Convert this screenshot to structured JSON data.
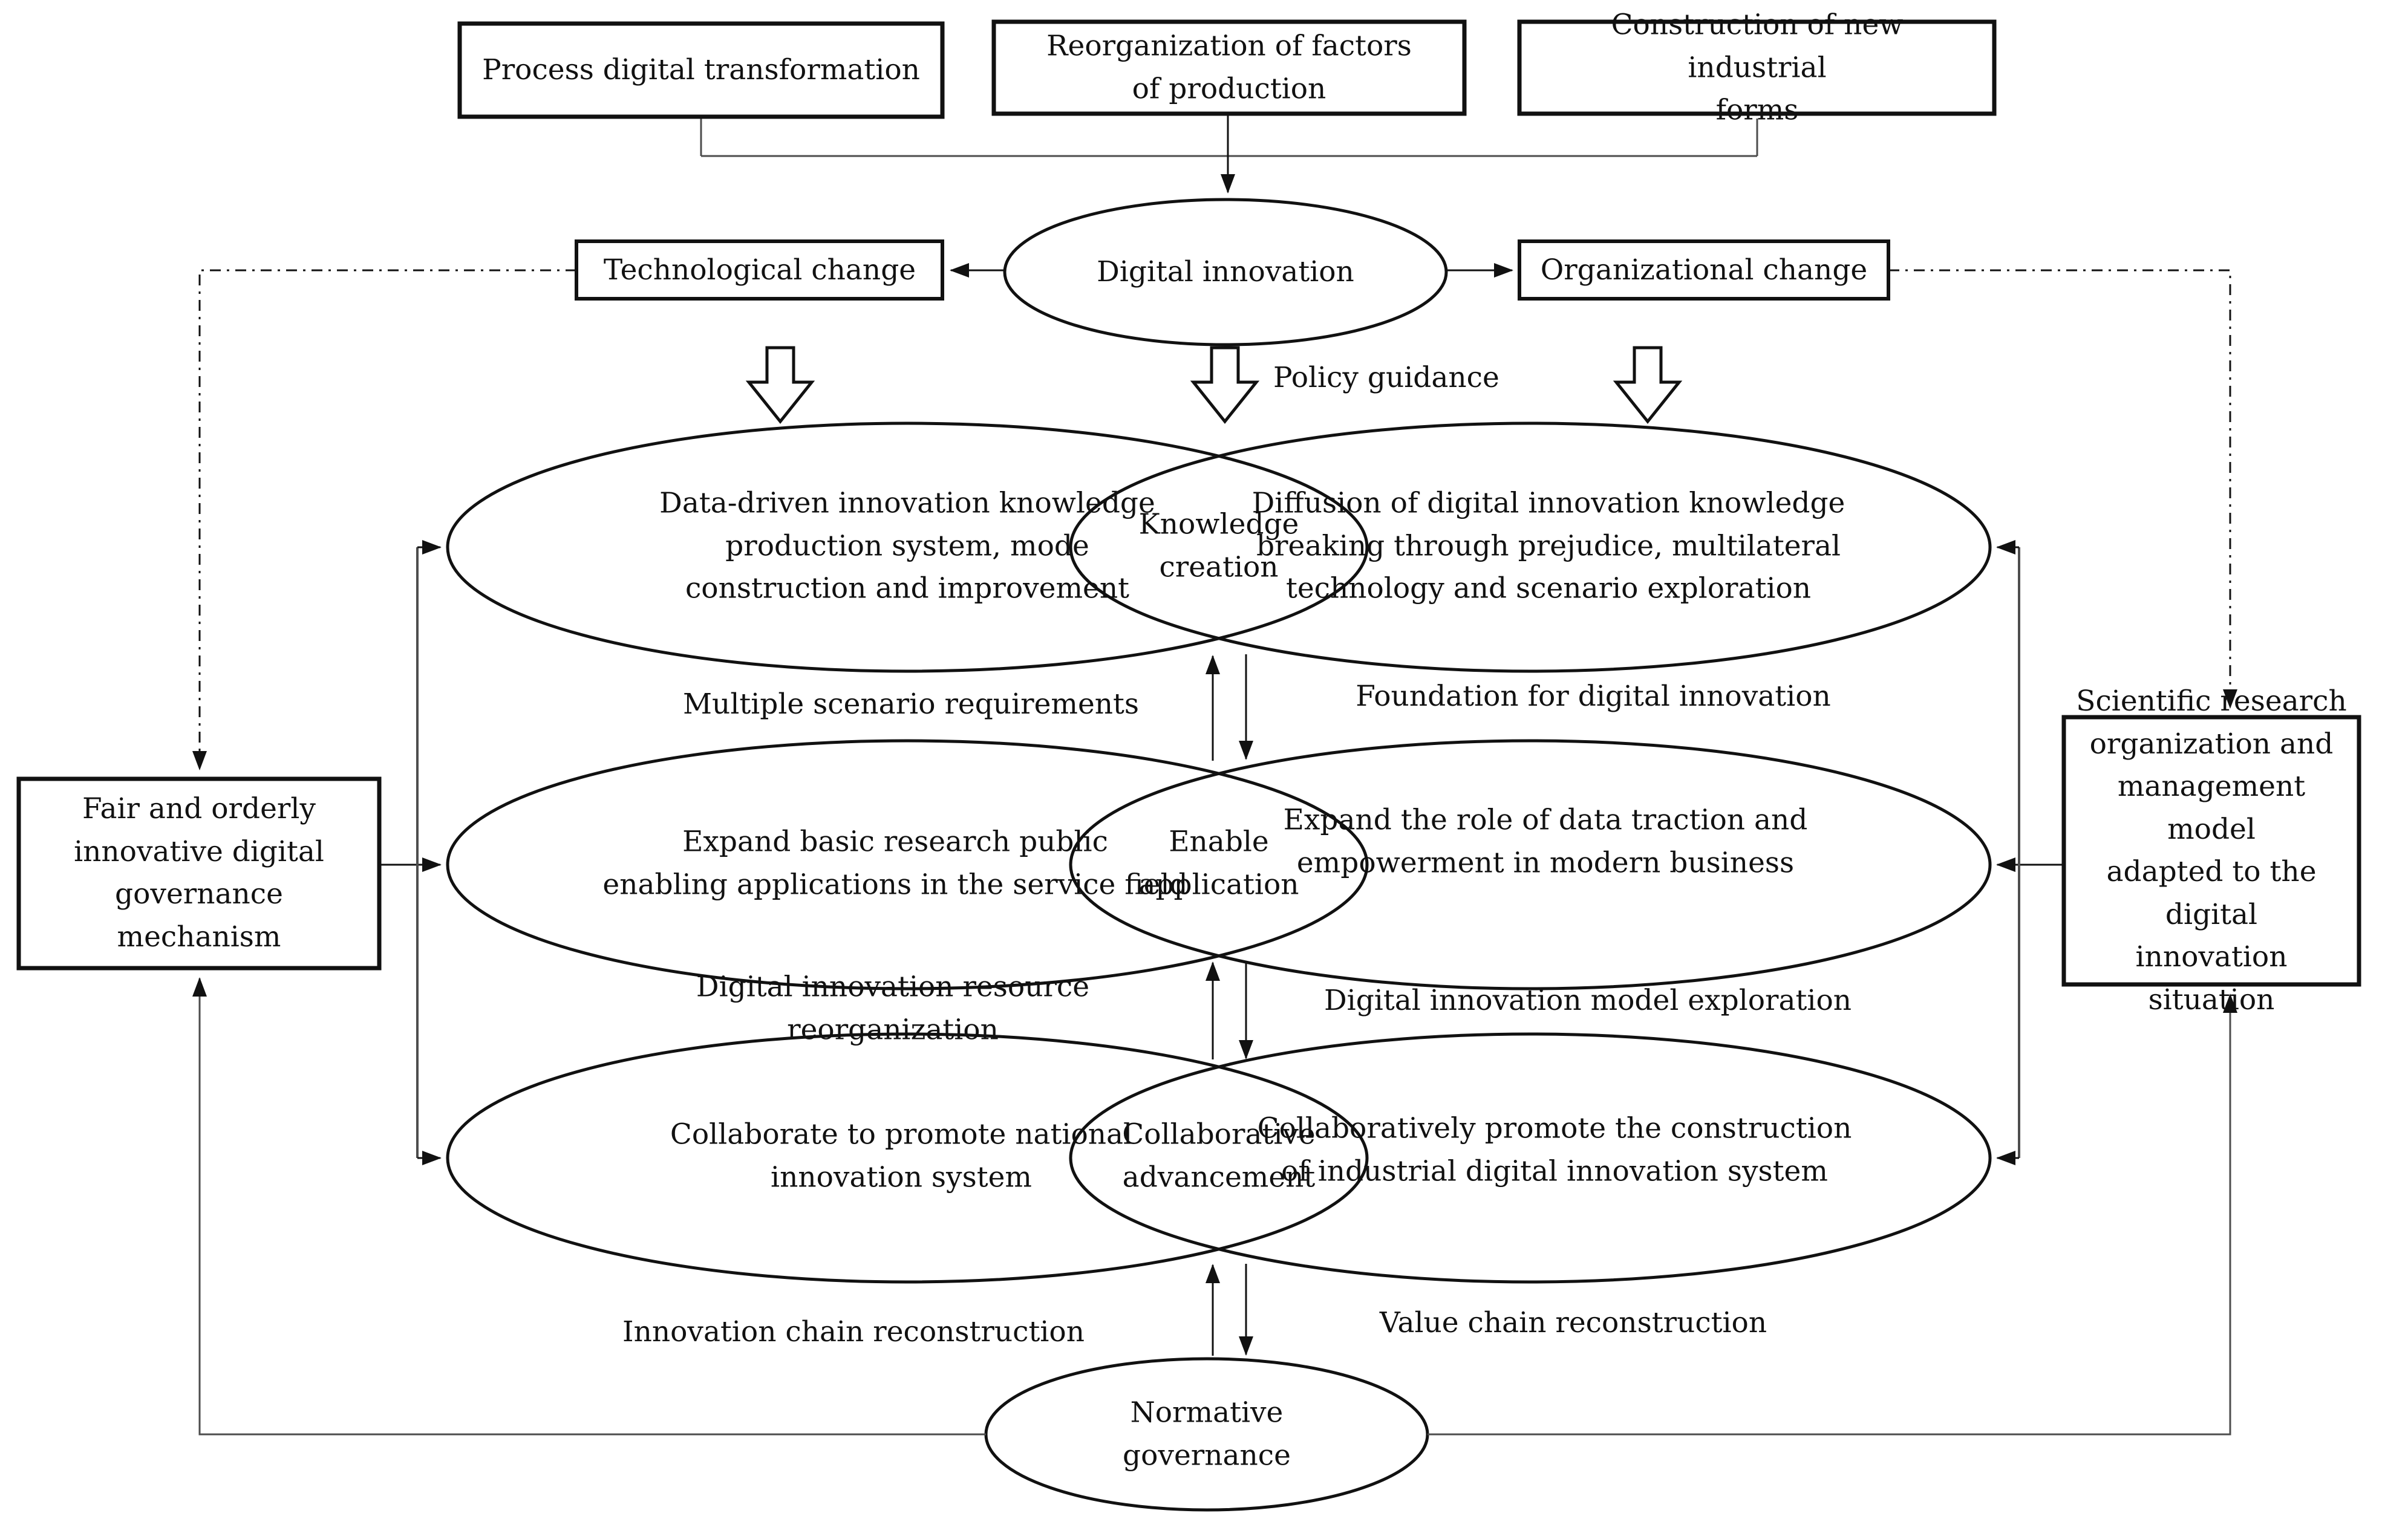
{
  "top_boxes": {
    "process": "Process digital transformation",
    "reorganization": [
      "Reorganization of factors",
      "of production"
    ],
    "construction": [
      "Construction of new industrial",
      "forms"
    ]
  },
  "hub": {
    "digital_innovation": "Digital innovation",
    "technological_change": "Technological change",
    "organizational_change": "Organizational change",
    "policy_guidance": "Policy guidance"
  },
  "venn_rows": [
    {
      "left": [
        "Data-driven innovation knowledge",
        "production system, mode",
        "construction and improvement"
      ],
      "center": [
        "Knowledge",
        "creation"
      ],
      "right": [
        "Diffusion of digital innovation knowledge",
        "breaking through prejudice, multilateral",
        "technology and scenario exploration"
      ],
      "below_left": "Multiple scenario requirements",
      "below_right": "Foundation for digital innovation"
    },
    {
      "left": [
        "Expand basic research public",
        "enabling applications in the service field"
      ],
      "center": [
        "Enable",
        "application"
      ],
      "right": [
        "Expand the role of data traction and",
        "empowerment in modern business"
      ],
      "below_left": "Digital innovation resource reorganization",
      "below_right": "Digital innovation model exploration"
    },
    {
      "left": [
        "Collaborate to promote national",
        "innovation system"
      ],
      "center": [
        "Collaborative",
        "advancement"
      ],
      "right": [
        "Collaboratively promote the construction",
        "of industrial digital innovation system"
      ],
      "below_left": "Innovation chain reconstruction",
      "below_right": "Value chain reconstruction"
    }
  ],
  "side_boxes": {
    "left": [
      "Fair and orderly",
      "innovative digital",
      "governance mechanism"
    ],
    "right": [
      "Scientific research",
      "organization and",
      "management model",
      "adapted to the digital",
      "innovation situation"
    ]
  },
  "bottom_ellipse": [
    "Normative",
    "governance"
  ],
  "colors": {
    "ink": "#111111",
    "line": "#4d4d4d",
    "background": "#ffffff"
  }
}
